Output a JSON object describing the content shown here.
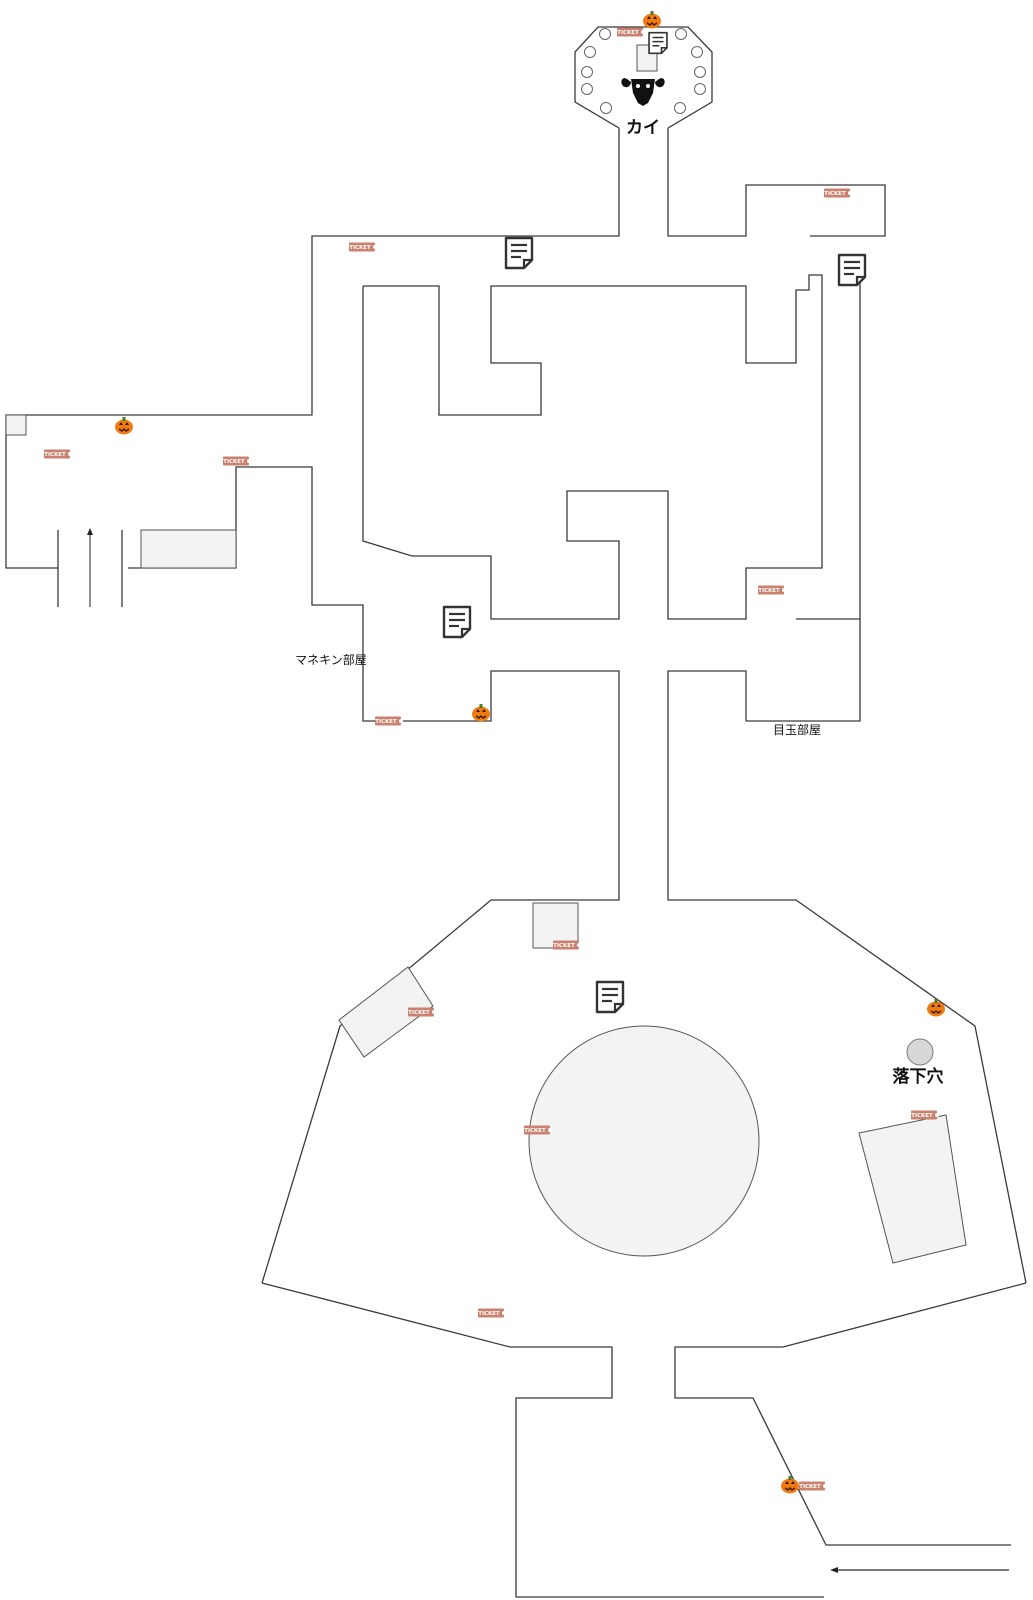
{
  "labels": {
    "kai": "カイ",
    "mannequin_room": "マネキン部屋",
    "eyeball_room": "目玉部屋",
    "pitfall": "落下穴"
  },
  "ticket_text": "TICKET",
  "icons": {
    "ticket": "ticket-icon",
    "pumpkin": "pumpkin-icon",
    "note": "note-icon",
    "goat_skull": "goat-head-icon"
  },
  "colors": {
    "wall": "#3a3a3a",
    "furniture_fill": "#f3f3f3",
    "ticket": "#c9826f",
    "pumpkin": "#f07b12",
    "pitfall": "#d8d8d8"
  }
}
